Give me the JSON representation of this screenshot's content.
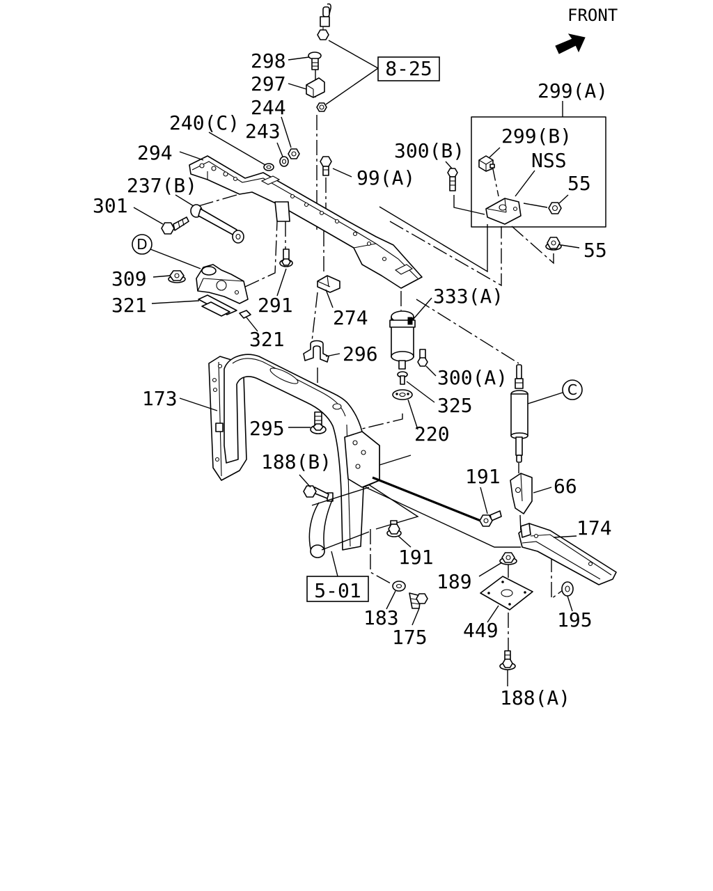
{
  "front": {
    "label": "FRONT",
    "icon": "front-arrow-icon"
  },
  "refs": {
    "r825": "8-25",
    "r501": "5-01"
  },
  "circled": {
    "d": "D",
    "c": "C"
  },
  "callouts": {
    "c298": "298",
    "c297": "297",
    "c244": "244",
    "c243": "243",
    "c240c": "240(C)",
    "c294": "294",
    "c99a": "99(A)",
    "c237b": "237(B)",
    "c301": "301",
    "c309": "309",
    "c321a": "321",
    "c291": "291",
    "c274": "274",
    "c321b": "321",
    "c296": "296",
    "c173": "173",
    "c295": "295",
    "c188b": "188(B)",
    "c299a": "299(A)",
    "c299b": "299(B)",
    "nss": "NSS",
    "c55a": "55",
    "c300b": "300(B)",
    "c55b": "55",
    "c333a": "333(A)",
    "c300a": "300(A)",
    "c325": "325",
    "c220": "220",
    "c191a": "191",
    "c66": "66",
    "c174": "174",
    "c191b": "191",
    "c189": "189",
    "c195": "195",
    "c449": "449",
    "c188a": "188(A)",
    "c183": "183",
    "c175": "175"
  }
}
